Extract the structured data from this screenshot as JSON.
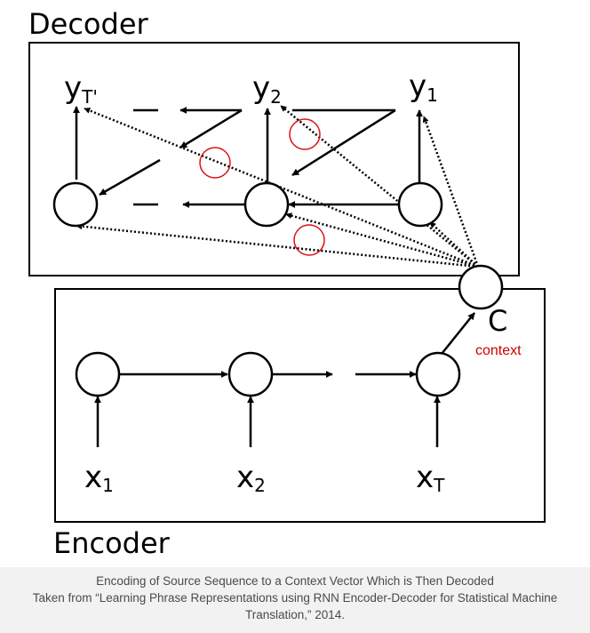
{
  "decoder": {
    "title": "Decoder",
    "outputs": [
      {
        "base": "y",
        "sub": "T'"
      },
      {
        "base": "y",
        "sub": "2"
      },
      {
        "base": "y",
        "sub": "1"
      }
    ]
  },
  "encoder": {
    "title": "Encoder",
    "inputs": [
      {
        "base": "x",
        "sub": "1"
      },
      {
        "base": "x",
        "sub": "2"
      },
      {
        "base": "x",
        "sub": "T"
      }
    ]
  },
  "context": {
    "symbol": "C",
    "label": "context",
    "label_color": "#cc0000"
  },
  "highlight_color": "#dd1111",
  "caption": {
    "line1": "Encoding of Source Sequence to a Context Vector Which is Then Decoded",
    "line2": "Taken from “Learning Phrase Representations using RNN Encoder-Decoder for Statistical Machine Translation,” 2014."
  }
}
